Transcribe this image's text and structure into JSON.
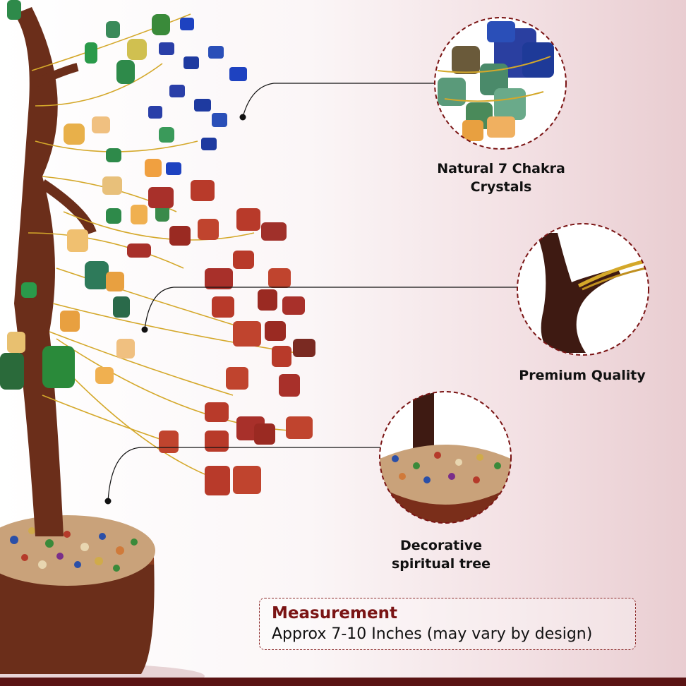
{
  "colors": {
    "accent": "#7a1414",
    "border": "#8c2a2a",
    "bar": "#5a1414",
    "wood": "#6b2e1a"
  },
  "callouts": [
    {
      "id": "crystals",
      "label_line1": "Natural 7 Chakra",
      "label_line2": "Crystals"
    },
    {
      "id": "quality",
      "label_line1": "Premium Quality"
    },
    {
      "id": "decorative",
      "label_line1": "Decorative",
      "label_line2": "spiritual tree"
    }
  ],
  "measurement": {
    "title": "Measurement",
    "text": "Approx 7-10 Inches (may vary by design)"
  }
}
